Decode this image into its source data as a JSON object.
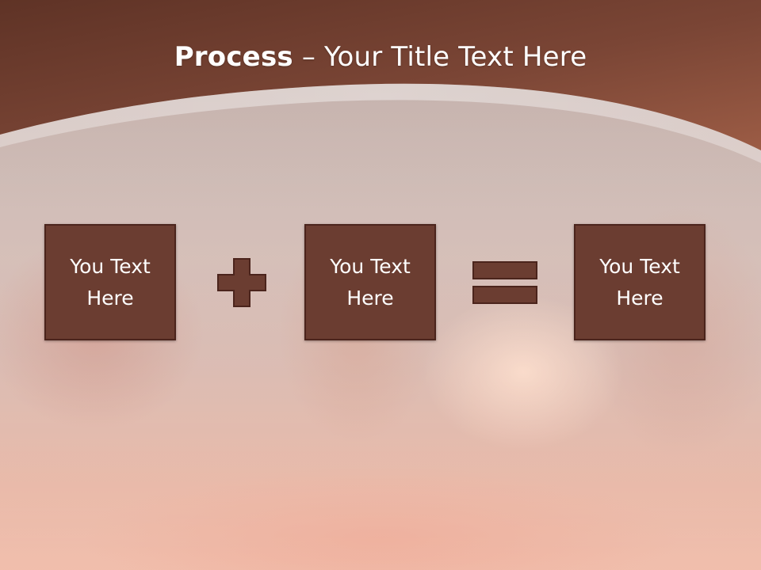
{
  "slide": {
    "title_bold": "Process",
    "title_rest": " – Your Title Text Here",
    "boxes": [
      {
        "text": "You Text Here"
      },
      {
        "text": "You Text Here"
      },
      {
        "text": "You Text Here"
      }
    ],
    "operators": [
      "plus",
      "equals"
    ],
    "colors": {
      "banner": "#7a4535",
      "banner_light": "#9a5a46",
      "box_fill": "#6b3d31",
      "box_border": "#4b241c",
      "title_text": "#ffffff"
    }
  }
}
